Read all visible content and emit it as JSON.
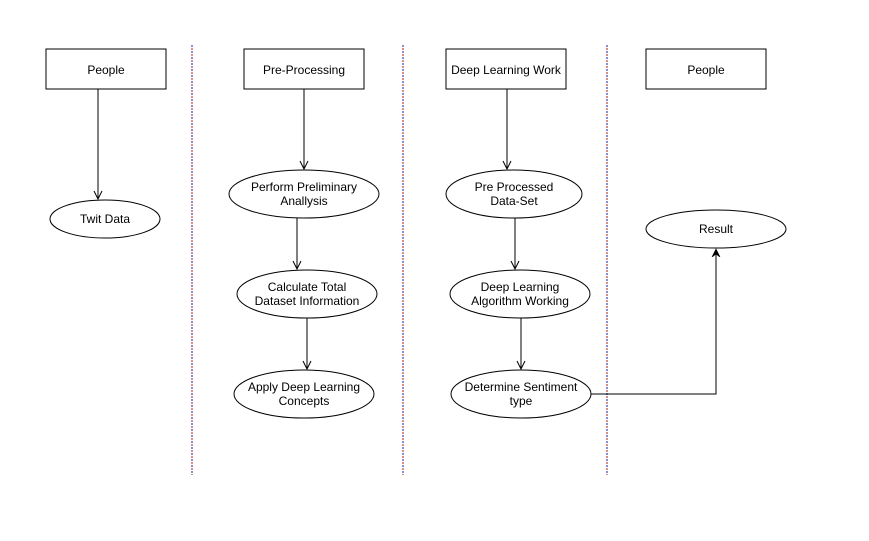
{
  "lanes": [
    {
      "header": "People",
      "nodes": [
        {
          "lines": [
            "Twit Data"
          ]
        }
      ]
    },
    {
      "header": "Pre-Processing",
      "nodes": [
        {
          "lines": [
            "Perform Preliminary",
            "Anallysis"
          ]
        },
        {
          "lines": [
            "Calculate Total",
            "Dataset Information"
          ]
        },
        {
          "lines": [
            "Apply Deep Learning",
            "Concepts"
          ]
        }
      ]
    },
    {
      "header": "Deep Learning Work",
      "nodes": [
        {
          "lines": [
            "Pre Processed",
            "Data-Set"
          ]
        },
        {
          "lines": [
            "Deep Learning",
            "Algorithm Working"
          ]
        },
        {
          "lines": [
            "Determine Sentiment",
            "type"
          ]
        }
      ]
    },
    {
      "header": "People",
      "nodes": [
        {
          "lines": [
            "Result"
          ]
        }
      ]
    }
  ],
  "colors": {
    "stroke": "#000000",
    "lane_divider": "#1a1aa8",
    "lane_divider_alt": "#b01a1a",
    "background": "#ffffff"
  }
}
